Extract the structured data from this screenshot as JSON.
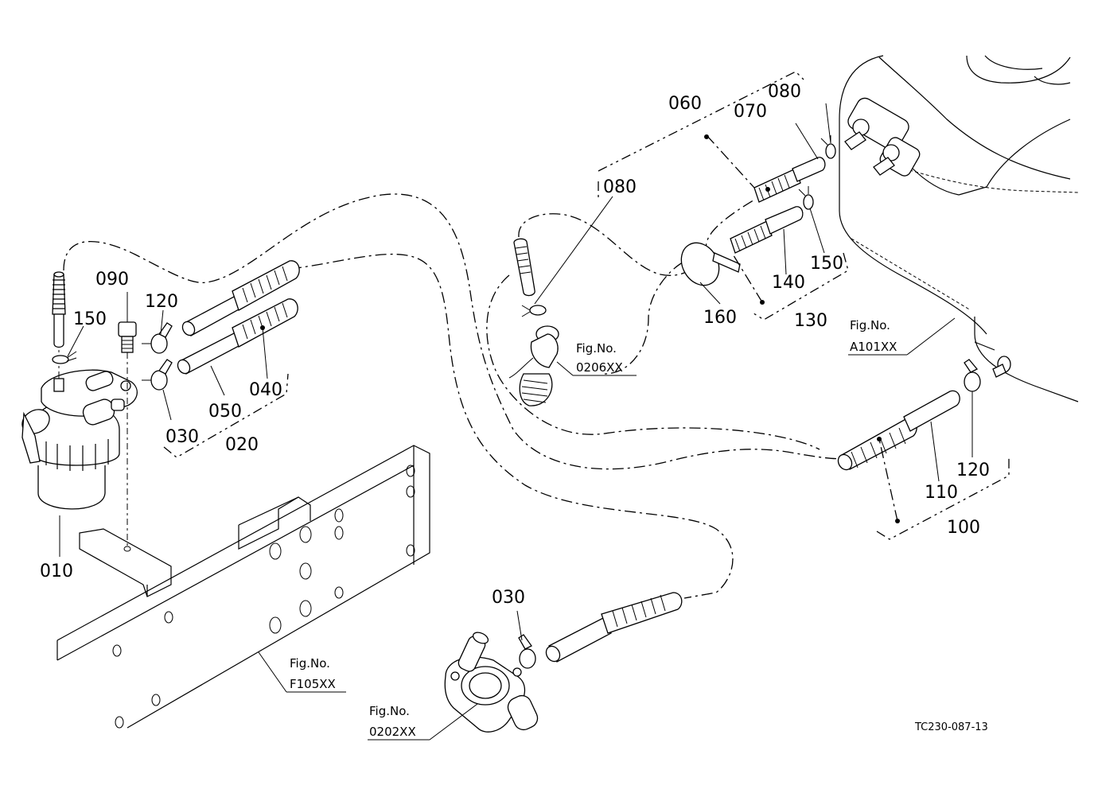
{
  "parts": {
    "p010": "010",
    "p020": "020",
    "p030a": "030",
    "p030b": "030",
    "p040": "040",
    "p050": "050",
    "p060": "060",
    "p070": "070",
    "p080a": "080",
    "p080b": "080",
    "p090": "090",
    "p100": "100",
    "p110": "110",
    "p120a": "120",
    "p120b": "120",
    "p130": "130",
    "p140": "140",
    "p150a": "150",
    "p150b": "150",
    "p160": "160"
  },
  "figrefs": {
    "fig_prefix": "Fig.No.",
    "f0206": "0206XX",
    "a101": "A101XX",
    "f105": "F105XX",
    "f0202": "0202XX"
  },
  "drawing_code": "TC230-087-13"
}
